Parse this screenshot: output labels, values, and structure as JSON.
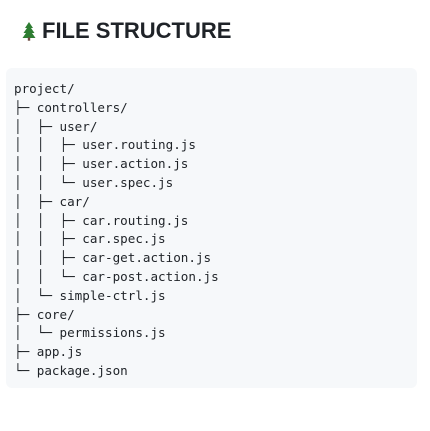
{
  "section": {
    "icon": "evergreen-tree-icon",
    "title": "FILE STRUCTURE"
  },
  "tree_lines": [
    "project/",
    "├─ controllers/",
    "│  ├─ user/",
    "│  │  ├─ user.routing.js",
    "│  │  ├─ user.action.js",
    "│  │  └─ user.spec.js",
    "│  ├─ car/",
    "│  │  ├─ car.routing.js",
    "│  │  ├─ car.spec.js",
    "│  │  ├─ car-get.action.js",
    "│  │  └─ car-post.action.js",
    "│  └─ simple-ctrl.js",
    "├─ core/",
    "│  └─ permissions.js",
    "├─ app.js",
    "└─ package.json"
  ]
}
